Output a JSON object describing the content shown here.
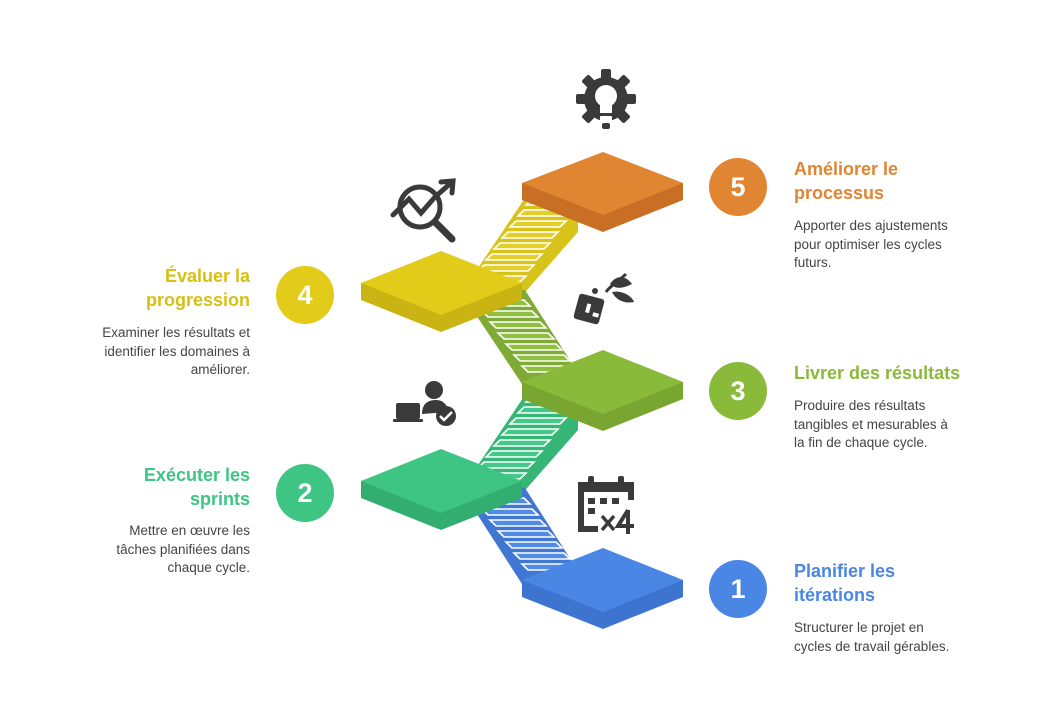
{
  "steps": [
    {
      "number": "1",
      "title": "Planifier les itérations",
      "title_lines": [
        "Planifier les",
        "itérations"
      ],
      "description_lines": [
        "Structurer le projet en",
        "cycles de travail gérables."
      ],
      "color": "#4a86e4",
      "icon": "calendar-repeat-icon"
    },
    {
      "number": "2",
      "title": "Exécuter les sprints",
      "title_lines": [
        "Exécuter les",
        "sprints"
      ],
      "description_lines": [
        "Mettre en œuvre les",
        "tâches planifiées dans",
        "chaque cycle."
      ],
      "color": "#3ec583",
      "icon": "person-laptop-icon"
    },
    {
      "number": "3",
      "title": "Livrer des résultats",
      "title_lines": [
        "Livrer des résultats"
      ],
      "description_lines": [
        "Produire des résultats",
        "tangibles et mesurables à",
        "la fin de chaque cycle."
      ],
      "color": "#8aba3a",
      "icon": "delivery-package-icon"
    },
    {
      "number": "4",
      "title": "Évaluer la progression",
      "title_lines": [
        "Évaluer la",
        "progression"
      ],
      "description_lines": [
        "Examiner les résultats et",
        "identifier les domaines à",
        "améliorer."
      ],
      "color": "#e2cb19",
      "icon": "trend-magnifier-icon"
    },
    {
      "number": "5",
      "title": "Améliorer le processus",
      "title_lines": [
        "Améliorer le",
        "processus"
      ],
      "description_lines": [
        "Apporter des ajustements",
        "pour optimiser les cycles",
        "futurs."
      ],
      "color": "#e08532",
      "icon": "gear-lightbulb-icon"
    }
  ]
}
